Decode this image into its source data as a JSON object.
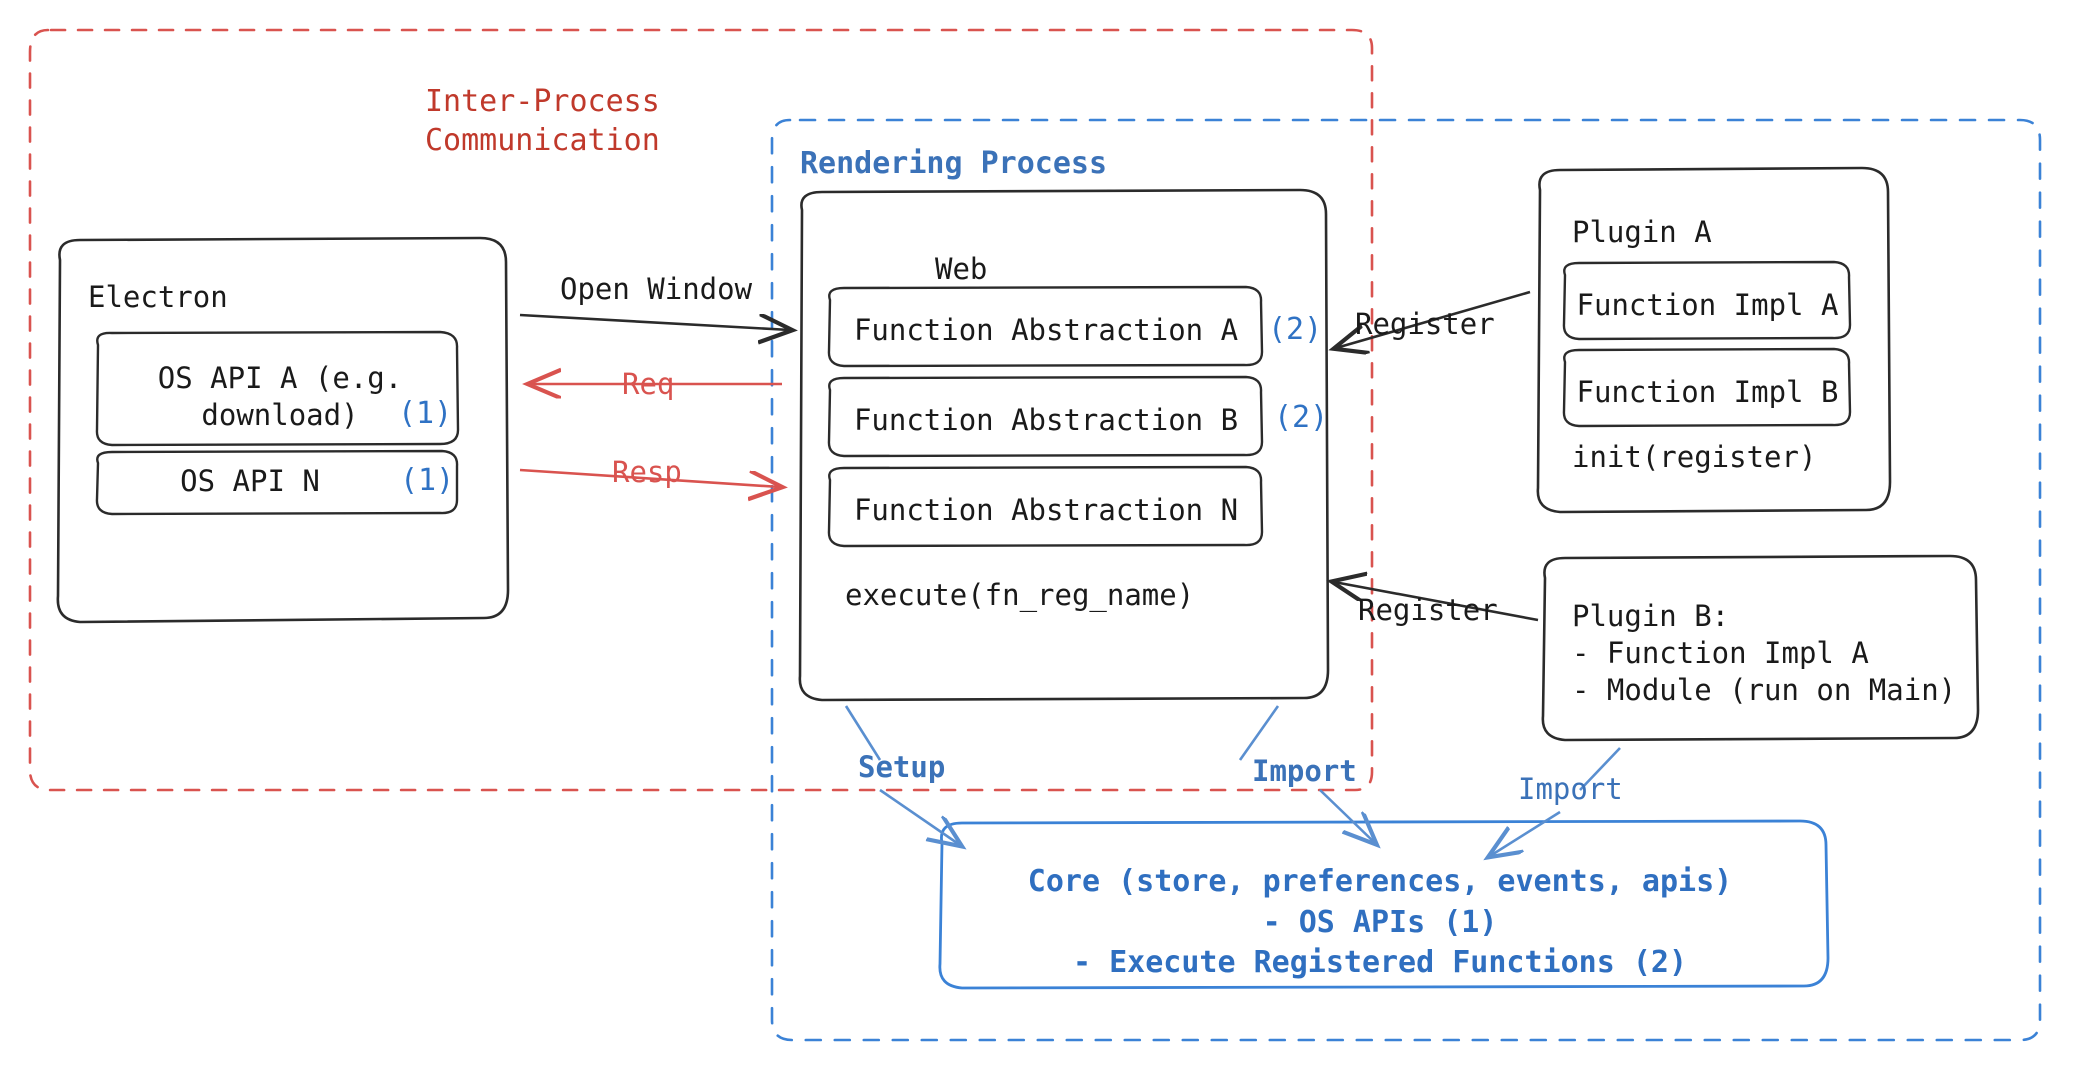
{
  "diagram": {
    "title_regions": {
      "ipc": "Inter-Process\nCommunication",
      "rendering": "Rendering Process"
    },
    "electron": {
      "label": "Electron",
      "apis": [
        {
          "text": "OS API A (e.g.\ndownload)",
          "marker": "(1)"
        },
        {
          "text": "OS API N",
          "marker": "(1)"
        }
      ]
    },
    "web": {
      "label": "Web",
      "abstractions": [
        {
          "text": "Function Abstraction A",
          "marker": "(2)"
        },
        {
          "text": "Function Abstraction B",
          "marker": "(2)"
        },
        {
          "text": "Function Abstraction N",
          "marker": ""
        }
      ],
      "execute": "execute(fn_reg_name)"
    },
    "plugin_a": {
      "label": "Plugin A",
      "impls": [
        "Function Impl A",
        "Function Impl B"
      ],
      "init": "init(register)"
    },
    "plugin_b": {
      "lines": "Plugin B:\n- Function Impl A\n- Module (run on Main)"
    },
    "core": {
      "lines": "Core (store, preferences, events, apis)\n- OS APIs (1)\n- Execute Registered Functions (2)"
    },
    "edges": {
      "open_window": "Open Window",
      "req": "Req",
      "resp": "Resp",
      "register_top": "Register",
      "register_bottom": "Register",
      "setup": "Setup",
      "import_left": "Import",
      "import_right": "Import"
    },
    "colors": {
      "ipc_red": "#c0392b",
      "arrow_red": "#d9534f",
      "rendering_blue": "#3b72b8",
      "marker_blue": "#2f72c4",
      "core_blue": "#2f6fc0",
      "box_black": "#1a1a1a",
      "background": "#ffffff"
    }
  }
}
